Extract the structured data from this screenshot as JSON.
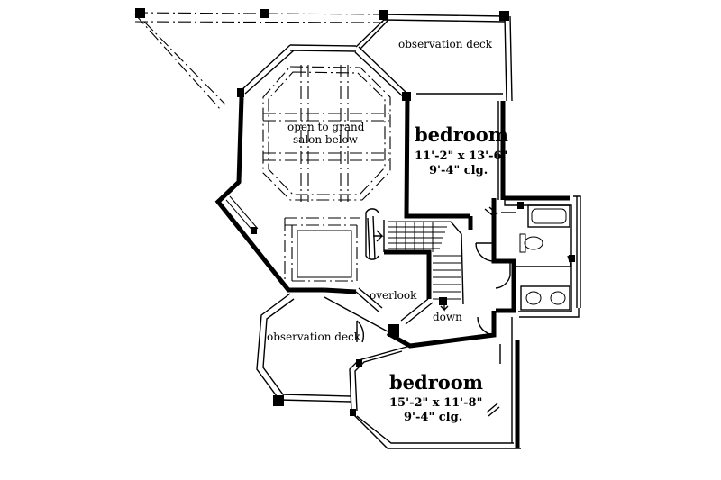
{
  "labels": {
    "observation_deck_top": "observation deck",
    "open_to_line1": "open to grand",
    "open_to_line2": "salon below",
    "bedroom1_title": "bedroom",
    "bedroom1_size": "11'-2\" x 13'-6\"",
    "bedroom1_clg": "9'-4\" clg.",
    "overlook": "overlook",
    "down": "down",
    "observation_deck_left": "observation deck",
    "bedroom2_title": "bedroom",
    "bedroom2_size": "15'-2\" x 11'-8\"",
    "bedroom2_clg": "9'-4\" clg."
  }
}
